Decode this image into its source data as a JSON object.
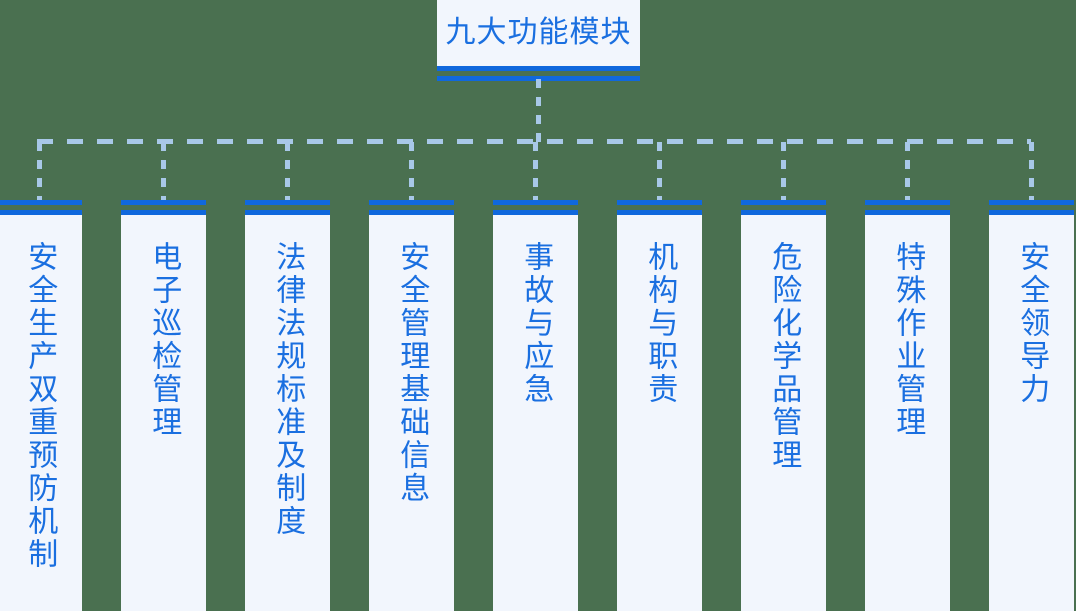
{
  "diagram": {
    "type": "organization-tree",
    "orientation": "top-down",
    "background_color": "#4a7050",
    "root": {
      "label": "九大功能模块",
      "card_color": "#f2f6fd",
      "text_color": "#1a6fe0",
      "accent_color": "#1068dd"
    },
    "connector": {
      "style": "dashed",
      "color": "#a8c8e8"
    },
    "children": [
      {
        "label": "安全生产双重预防机制"
      },
      {
        "label": "电子巡检管理"
      },
      {
        "label": "法律法规标准及制度"
      },
      {
        "label": "安全管理基础信息"
      },
      {
        "label": "事故与应急"
      },
      {
        "label": "机构与职责"
      },
      {
        "label": "危险化学品管理"
      },
      {
        "label": "特殊作业管理"
      },
      {
        "label": "安全领导力"
      }
    ]
  }
}
